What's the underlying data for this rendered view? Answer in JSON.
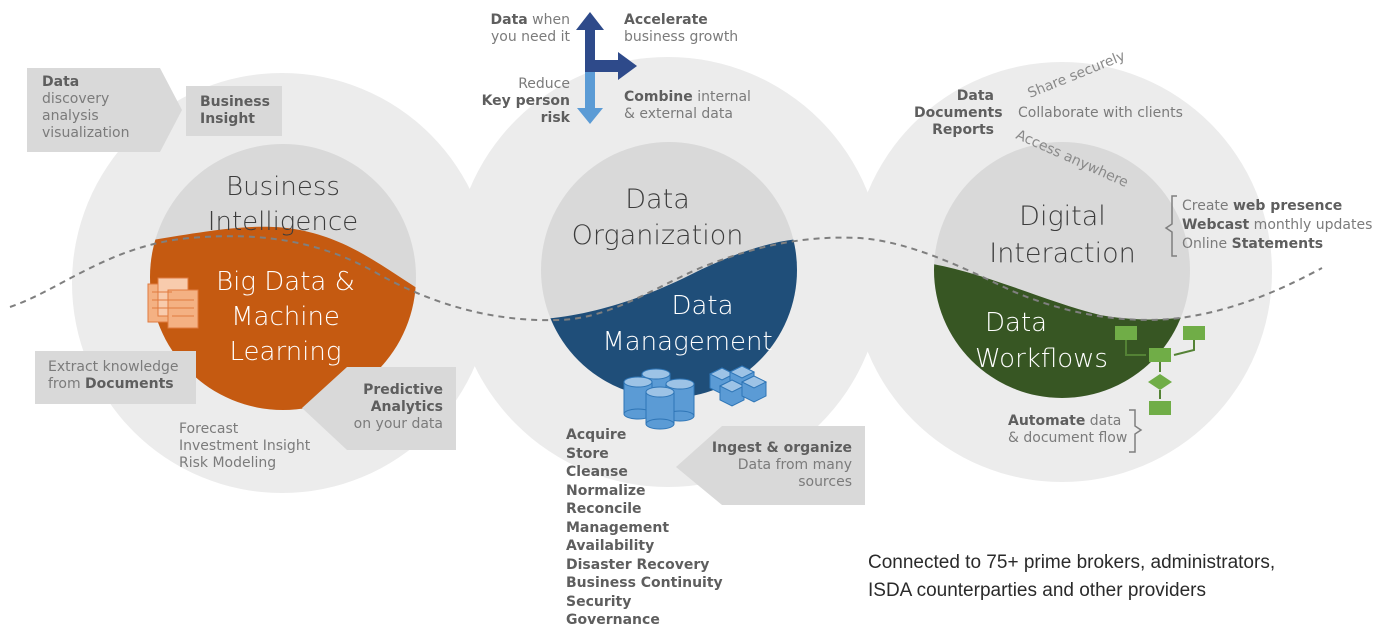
{
  "top": {
    "data_when_needed": {
      "bold": "Data",
      "rest1": " when",
      "rest2": "you need it"
    },
    "accelerate": {
      "bold": "Accelerate",
      "rest": "business growth"
    },
    "reduce": {
      "line1": "Reduce",
      "bold1": "Key person",
      "bold2": "risk"
    },
    "combine": {
      "bold": "Combine",
      "rest1": " internal",
      "rest2": "& external data"
    }
  },
  "business_intelligence": {
    "callout_data": [
      "Data",
      "discovery",
      "analysis",
      "visualization"
    ],
    "business_insight": [
      "Business",
      "Insight"
    ],
    "title": [
      "Business",
      "Intelligence"
    ],
    "bigdata": [
      "Big Data &",
      "Machine",
      "Learning"
    ],
    "extract": {
      "line1": "Extract knowledge",
      "line2_pre": "from ",
      "line2_bold": "Documents"
    },
    "predictive": {
      "bold1": "Predictive",
      "bold2": "Analytics",
      "rest": "on your data"
    },
    "forecast": [
      "Forecast",
      "Investment Insight",
      "Risk Modeling"
    ]
  },
  "data_org": {
    "title": [
      "Data",
      "Organization"
    ],
    "mgmt": [
      "Data",
      "Management"
    ],
    "list": [
      "Acquire",
      "Store",
      "Cleanse",
      "Normalize",
      "Reconcile",
      "Management",
      "Availability",
      "Disaster Recovery",
      "Business Continuity",
      "Security",
      "Governance"
    ],
    "ingest": {
      "bold": "Ingest & organize",
      "line2": "Data from many",
      "line3": "sources"
    }
  },
  "digital": {
    "docs": [
      "Data",
      "Documents",
      "Reports"
    ],
    "share": "Share securely",
    "collab": "Collaborate with clients",
    "access": "Access anywhere",
    "title": [
      "Digital",
      "Interaction"
    ],
    "workflows": [
      "Data",
      "Workflows"
    ],
    "create": {
      "pre": "Create ",
      "bold": "web presence"
    },
    "webcast": {
      "bold": "Webcast",
      "rest": " monthly updates"
    },
    "online": {
      "pre": "Online ",
      "bold": "Statements"
    },
    "automate": {
      "bold": "Automate",
      "rest1": " data",
      "rest2": "& document flow"
    }
  },
  "footnote": [
    "Connected to 75+ prime brokers, administrators,",
    "ISDA counterparties and other providers"
  ],
  "colors": {
    "bi": "#c55a11",
    "dm": "#1f4e79",
    "wf": "#375623",
    "circle": "#ececec",
    "inner": "#d9d9d9",
    "arrow_dark": "#2e4a8a",
    "arrow_light": "#5b9bd5",
    "flow": "#70ad47"
  },
  "icons": [
    "documents-icon",
    "database-cylinders-icon",
    "cubes-icon",
    "workflow-diagram-icon",
    "arrow-up-icon",
    "arrow-right-icon",
    "arrow-down-icon"
  ]
}
